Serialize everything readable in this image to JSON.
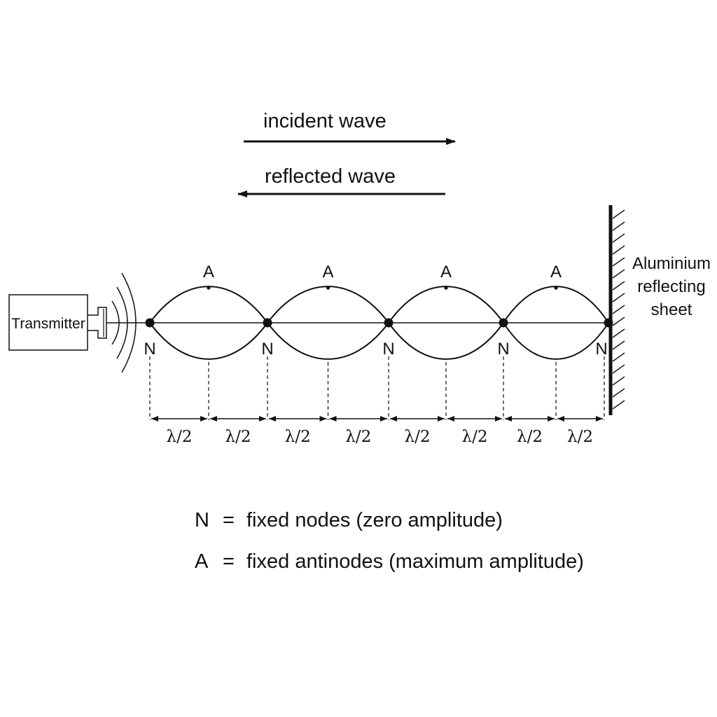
{
  "incident_label": "incident wave",
  "reflected_label": "reflected wave",
  "transmitter_label": "Transmitter",
  "sheet_label": [
    "Aluminium",
    "reflecting",
    "sheet"
  ],
  "node_letter": "N",
  "antinode_letter": "A",
  "node_count": 5,
  "antinode_count": 4,
  "half_wavelength_label": "λ/2",
  "half_wavelength_count": 8,
  "legend": [
    {
      "symbol": "N",
      "eq": "=",
      "text": "fixed nodes (zero amplitude)"
    },
    {
      "symbol": "A",
      "eq": "=",
      "text": "fixed antinodes (maximum amplitude)"
    }
  ],
  "colors": {
    "ink": "#111111",
    "background": "#ffffff"
  }
}
